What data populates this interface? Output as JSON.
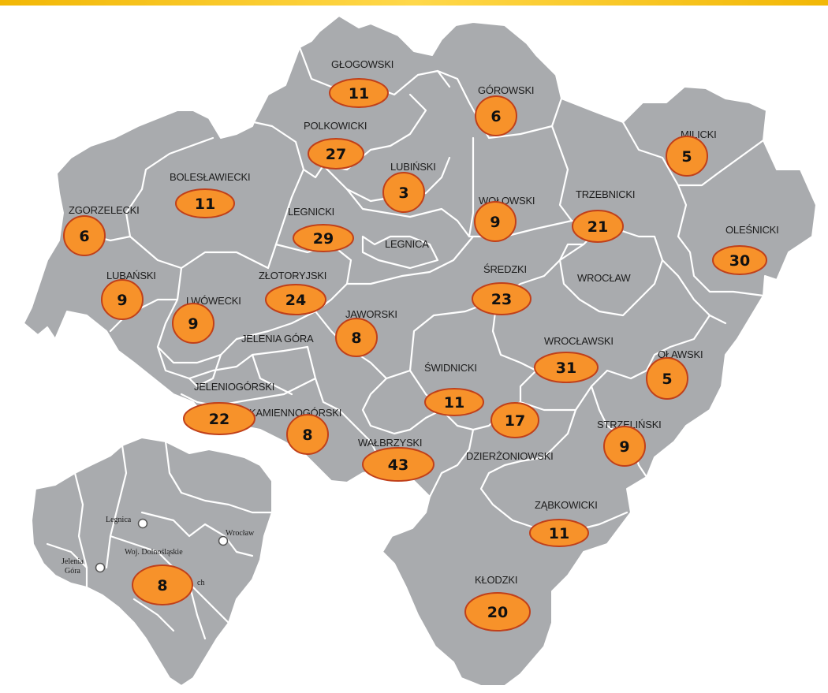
{
  "districts": [
    {
      "name": "GŁOGOWSKI",
      "count": "11"
    },
    {
      "name": "GÓROWSKI",
      "count": "6"
    },
    {
      "name": "POLKOWICKI",
      "count": "27"
    },
    {
      "name": "MILICKI",
      "count": "5"
    },
    {
      "name": "LUBIŃSKI",
      "count": "3"
    },
    {
      "name": "BOLESŁAWIECKI",
      "count": "11"
    },
    {
      "name": "ZGORZELECKI",
      "count": "6"
    },
    {
      "name": "WOŁOWSKI",
      "count": "9"
    },
    {
      "name": "TRZEBNICKI",
      "count": "21"
    },
    {
      "name": "LEGNICKI",
      "count": "29"
    },
    {
      "name": "OLEŚNICKI",
      "count": "30"
    },
    {
      "name": "LUBAŃSKI",
      "count": "9"
    },
    {
      "name": "ZŁOTORYJSKI",
      "count": "24"
    },
    {
      "name": "ŚREDZKI",
      "count": "23"
    },
    {
      "name": "LWÓWECKI",
      "count": "9"
    },
    {
      "name": "JAWORSKI",
      "count": "8"
    },
    {
      "name": "WROCŁAWSKI",
      "count": "31"
    },
    {
      "name": "OŁAWSKI",
      "count": "5"
    },
    {
      "name": "ŚWIDNICKI",
      "count": "11"
    },
    {
      "name": "JELENIOGÓRSKI",
      "count": "22"
    },
    {
      "name": "KAMIENNOGÓRSKI",
      "count": "8"
    },
    {
      "name": "STRZELIŃSKI",
      "count": "9"
    },
    {
      "name": "WAŁBRZYSKI",
      "count": "43"
    },
    {
      "name": "DZIERŻONIOWSKI",
      "count": "17"
    },
    {
      "name": "ZĄBKOWICKI",
      "count": "11"
    },
    {
      "name": "KŁODZKI",
      "count": "20"
    }
  ],
  "cities": {
    "legnica": "LEGNICA",
    "wroclaw": "WROCŁAW",
    "jelenia_gora": "JELENIA GÓRA"
  },
  "inset": {
    "legnica": "Legnica",
    "wroclaw": "Wrocław",
    "jelenia_line1": "Jelenia",
    "jelenia_line2": "Góra",
    "region": "Woj. Dolnośląskie",
    "partial": "ch",
    "count": "8"
  },
  "colors": {
    "land": "#a9abae",
    "badge_fill": "#f7922a",
    "badge_stroke": "#c0401a",
    "top_band": "#f2b705"
  }
}
